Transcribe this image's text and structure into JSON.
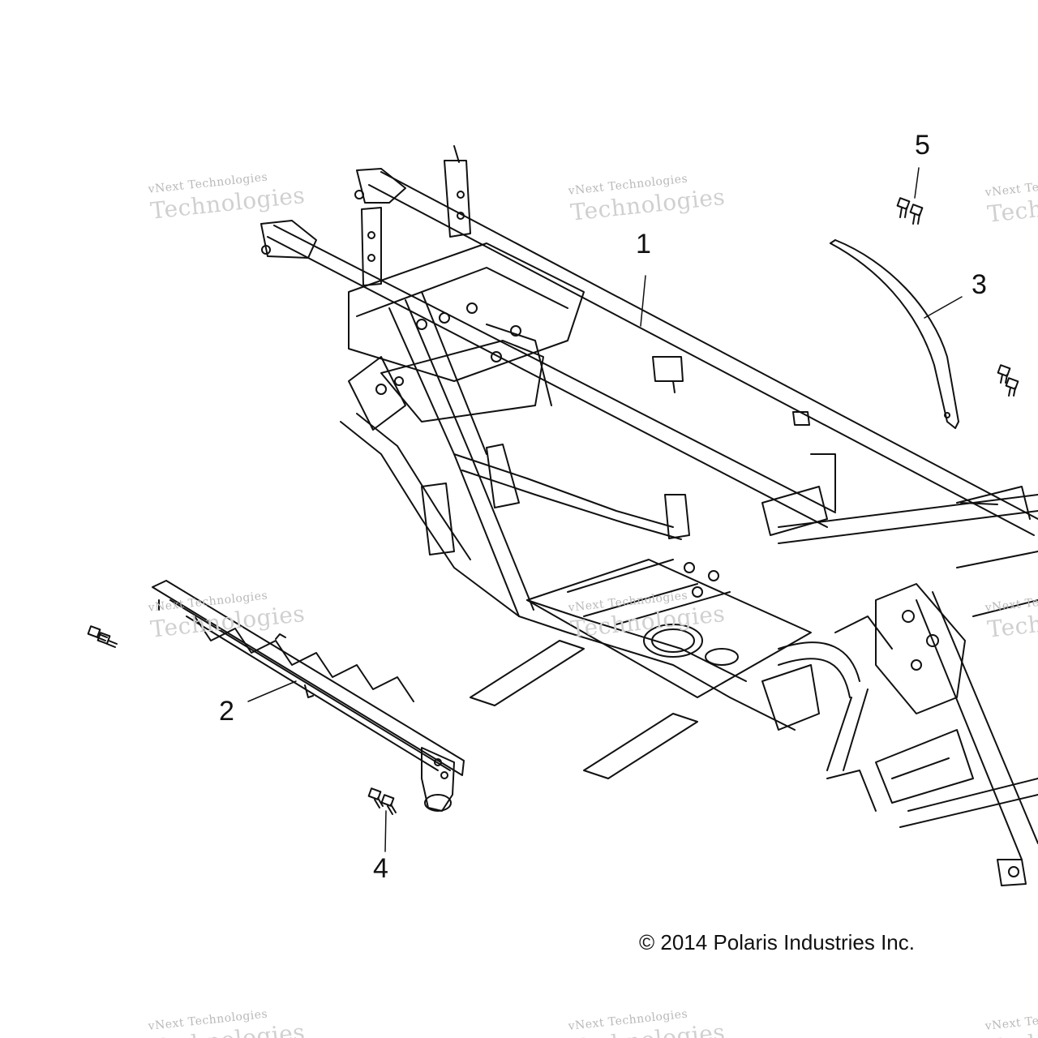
{
  "callouts": [
    {
      "id": "1",
      "label": "1"
    },
    {
      "id": "2",
      "label": "2"
    },
    {
      "id": "3",
      "label": "3"
    },
    {
      "id": "4",
      "label": "4"
    },
    {
      "id": "5",
      "label": "5"
    }
  ],
  "copyright": "© 2014 Polaris Industries Inc.",
  "watermark": {
    "line1": "vNext Technologies",
    "line2": "Technologies"
  },
  "colors": {
    "line": "#111111",
    "watermark": "#bdbdbd"
  }
}
